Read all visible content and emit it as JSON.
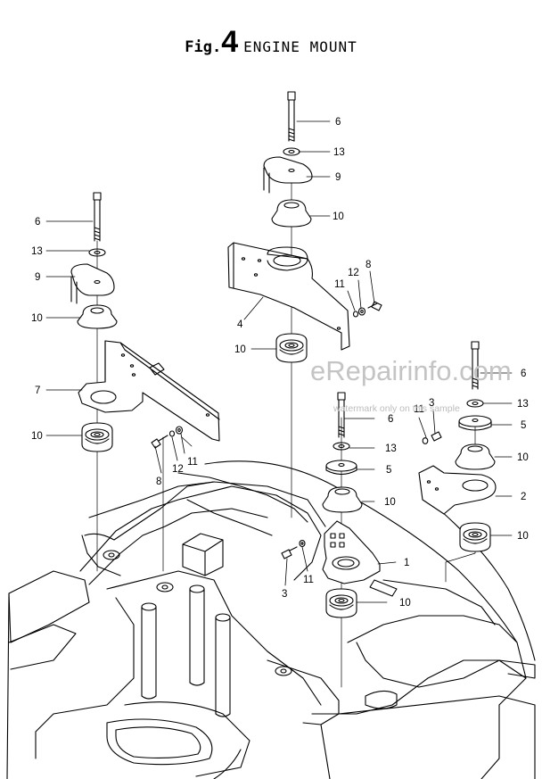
{
  "title": {
    "prefix": "Fig.",
    "number": "4",
    "name": "ENGINE MOUNT"
  },
  "watermark": {
    "site": "eRepairinfo.com",
    "note": "watermark only on this sample"
  },
  "callouts": [
    {
      "id": "c1",
      "text": "6"
    },
    {
      "id": "c2",
      "text": "13"
    },
    {
      "id": "c3",
      "text": "9"
    },
    {
      "id": "c4",
      "text": "10"
    },
    {
      "id": "c5",
      "text": "4"
    },
    {
      "id": "c6",
      "text": "11"
    },
    {
      "id": "c7",
      "text": "12"
    },
    {
      "id": "c8",
      "text": "8"
    },
    {
      "id": "c9",
      "text": "10"
    },
    {
      "id": "c10",
      "text": "6"
    },
    {
      "id": "c11",
      "text": "13"
    },
    {
      "id": "c12",
      "text": "9"
    },
    {
      "id": "c13",
      "text": "10"
    },
    {
      "id": "c14",
      "text": "7"
    },
    {
      "id": "c15",
      "text": "10"
    },
    {
      "id": "c16",
      "text": "8"
    },
    {
      "id": "c17",
      "text": "12"
    },
    {
      "id": "c18",
      "text": "11"
    },
    {
      "id": "c19",
      "text": "6"
    },
    {
      "id": "c20",
      "text": "13"
    },
    {
      "id": "c21",
      "text": "5"
    },
    {
      "id": "c22",
      "text": "10"
    },
    {
      "id": "c23",
      "text": "1"
    },
    {
      "id": "c24",
      "text": "3"
    },
    {
      "id": "c25",
      "text": "11"
    },
    {
      "id": "c26",
      "text": "10"
    },
    {
      "id": "c27",
      "text": "6"
    },
    {
      "id": "c28",
      "text": "13"
    },
    {
      "id": "c29",
      "text": "5"
    },
    {
      "id": "c30",
      "text": "10"
    },
    {
      "id": "c31",
      "text": "2"
    },
    {
      "id": "c32",
      "text": "10"
    },
    {
      "id": "c33",
      "text": "11"
    },
    {
      "id": "c34",
      "text": "3"
    }
  ]
}
